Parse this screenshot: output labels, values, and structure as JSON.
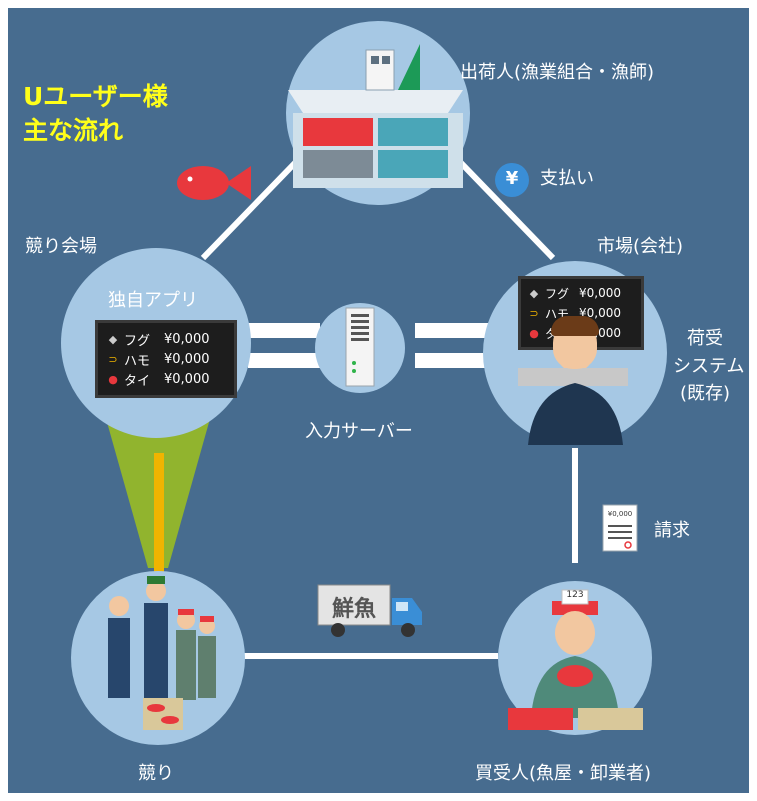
{
  "title": {
    "line1": "Uユーザー様",
    "line2": "主な流れ"
  },
  "nodes": {
    "shipper": "出荷人(漁業組合・漁師)",
    "auction_hall": "競り会場",
    "app": "独自アプリ",
    "market": "市場(会社)",
    "receiving_line1": "荷受",
    "receiving_line2": "システム",
    "receiving_line3": "(既存)",
    "input_server": "入力サーバー",
    "auction": "競り",
    "buyer": "買受人(魚屋・卸業者)"
  },
  "flows": {
    "payment": "支払い",
    "payment_symbol": "¥",
    "invoice": "請求",
    "invoice_amount": "¥0,000",
    "truck_sign": "鮮魚",
    "buyer_cap": "123"
  },
  "price_board": {
    "items": [
      {
        "icon": "fugu-icon",
        "name": "フグ",
        "price": "¥0,000"
      },
      {
        "icon": "hamo-icon",
        "name": "ハモ",
        "price": "¥0,000"
      },
      {
        "icon": "tai-icon",
        "name": "タイ",
        "price": "¥0,000"
      }
    ]
  },
  "colors": {
    "background": "#476c8f",
    "circle": "#a6c8e4",
    "title": "#ffff1a",
    "fish": "#e8383d",
    "beam": "#9fc11d",
    "pole": "#f0b400"
  }
}
